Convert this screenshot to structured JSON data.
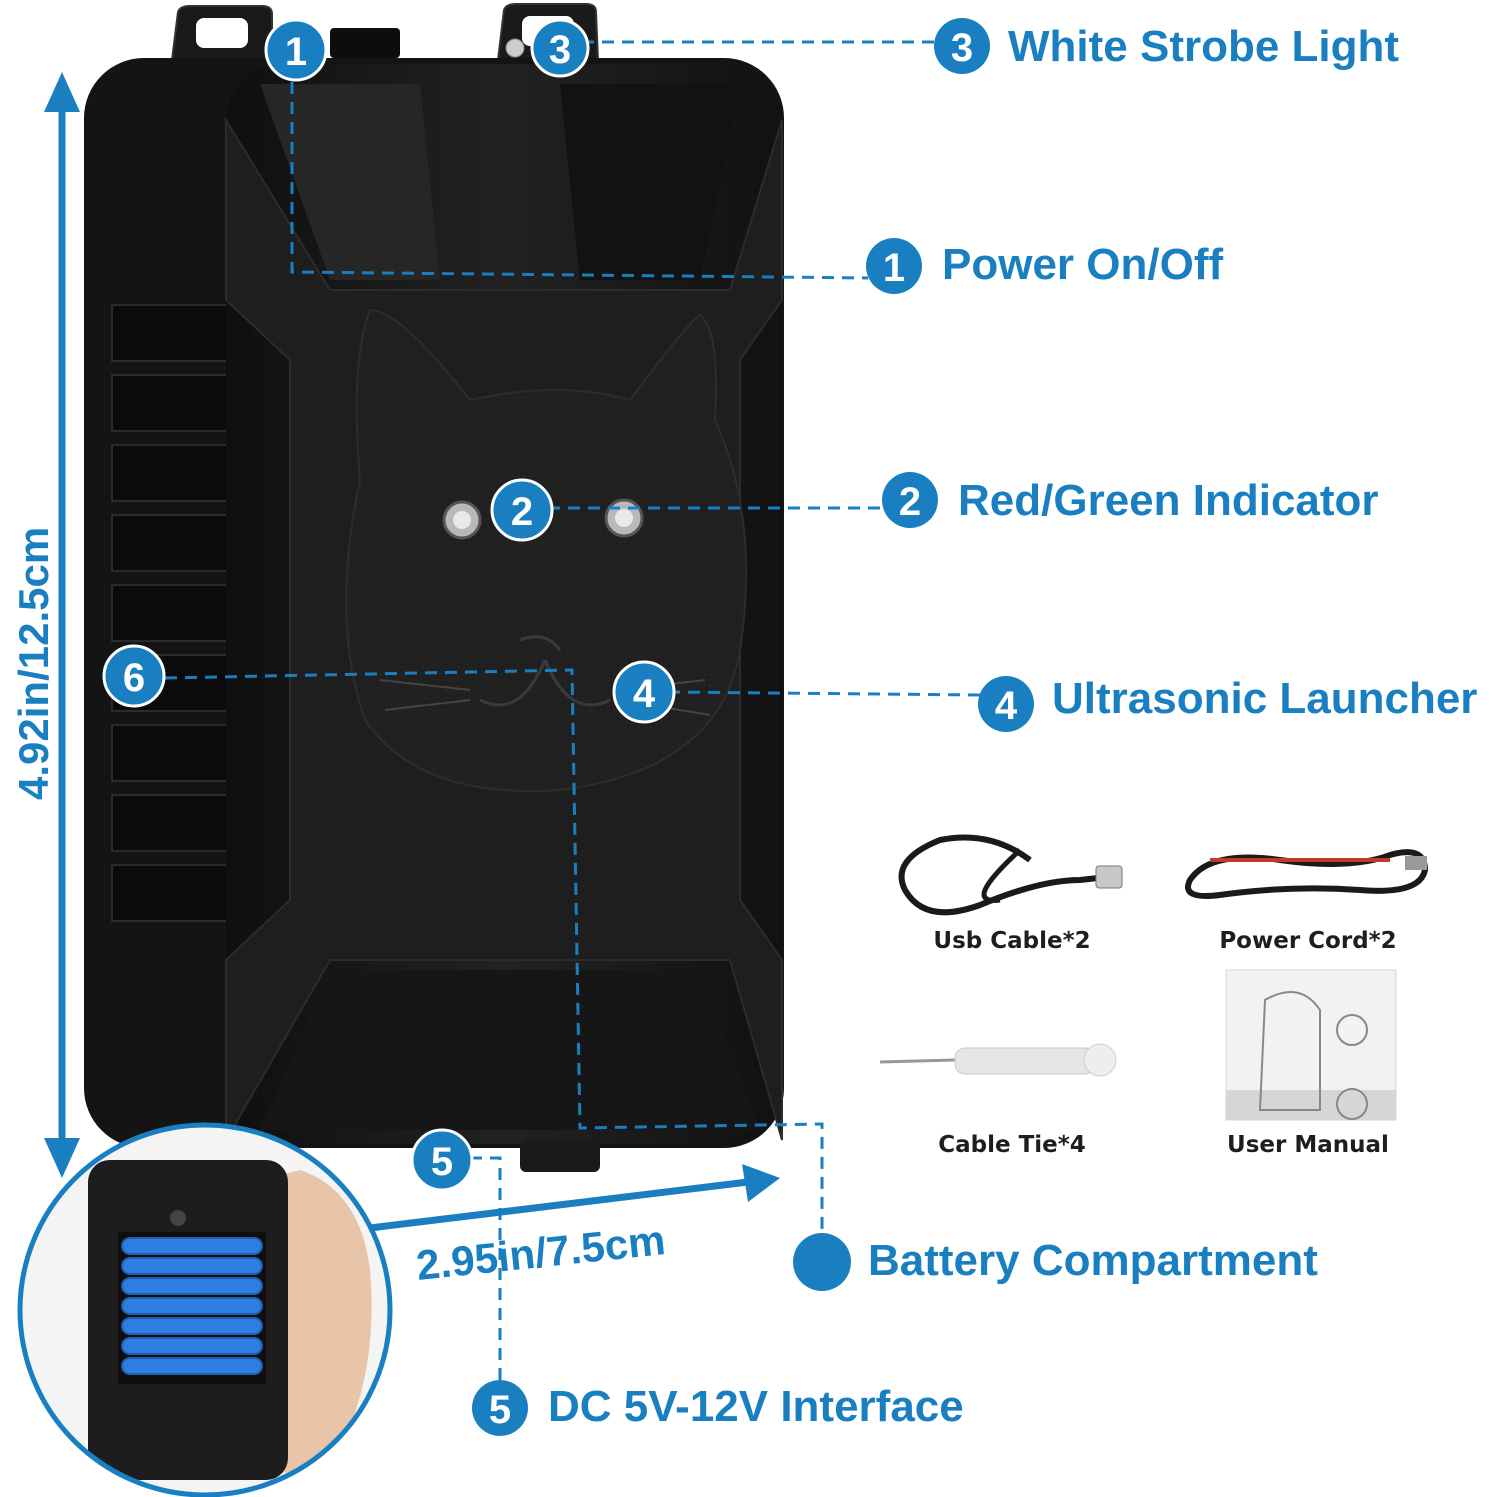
{
  "features": [
    {
      "number": "3",
      "label": "White Strobe Light"
    },
    {
      "number": "1",
      "label": "Power On/Off"
    },
    {
      "number": "2",
      "label": "Red/Green Indicator"
    },
    {
      "number": "4",
      "label": "Ultrasonic Launcher"
    },
    {
      "number": "",
      "label": "Battery Compartment"
    },
    {
      "number": "5",
      "label": "DC 5V-12V Interface"
    }
  ],
  "device_markers": [
    {
      "number": "1"
    },
    {
      "number": "3"
    },
    {
      "number": "2"
    },
    {
      "number": "6"
    },
    {
      "number": "4"
    },
    {
      "number": "5"
    }
  ],
  "dimensions": {
    "height": "4.92in/12.5cm",
    "width": "2.95in/7.5cm"
  },
  "accessories": [
    {
      "label": "Usb Cable*2",
      "icon": "usb-cable-icon"
    },
    {
      "label": "Power Cord*2",
      "icon": "power-cord-icon"
    },
    {
      "label": "Cable Tie*4",
      "icon": "screwdriver-icon"
    },
    {
      "label": "User Manual",
      "icon": "manual-icon"
    }
  ],
  "colors": {
    "accent": "#1a7fc1",
    "device": "#1c1c1c",
    "battery": "#2f7fe0"
  }
}
